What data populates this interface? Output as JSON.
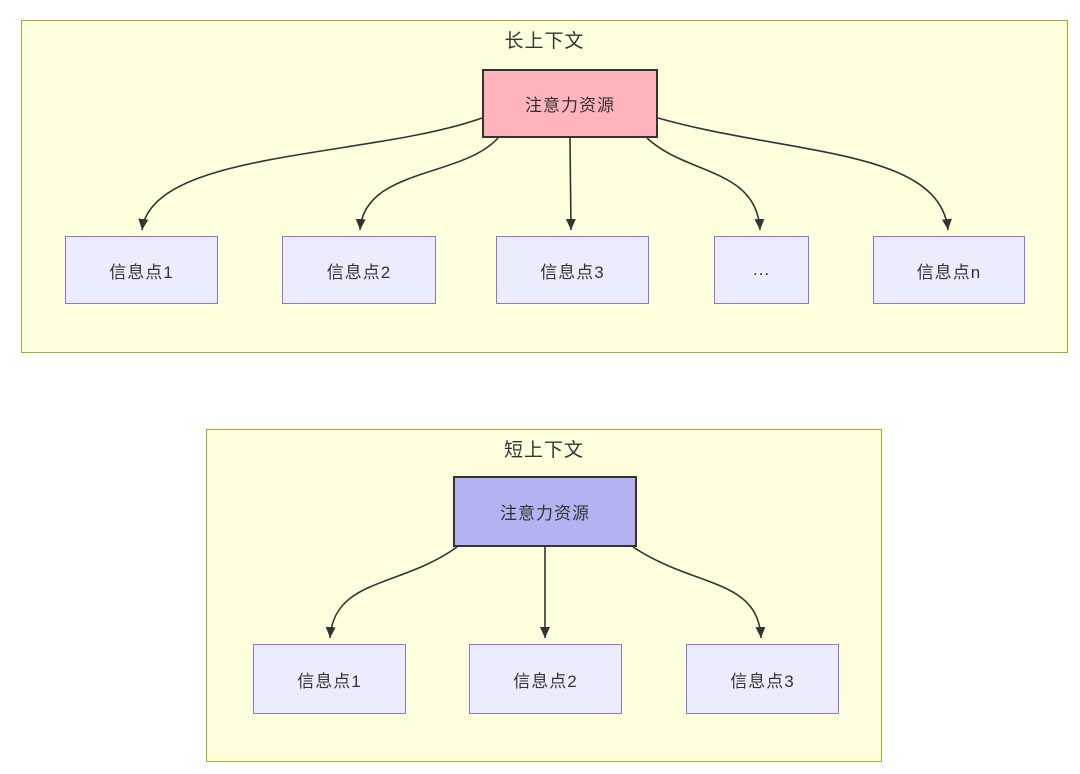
{
  "colors": {
    "page_bg": "#ffffff",
    "container_fill": "#ffffde",
    "container_border": "#aaaa33",
    "node_fill": "#ececff",
    "node_border": "#9370db",
    "attention_border": "#333333",
    "attention_long_fill": "#ffb3ba",
    "attention_short_fill": "#b3b3f2",
    "arrow_color": "#333333",
    "text_color": "#333333"
  },
  "long_context": {
    "title": "长上下文",
    "attention": "注意力资源",
    "nodes": [
      "信息点1",
      "信息点2",
      "信息点3",
      "...",
      "信息点n"
    ]
  },
  "short_context": {
    "title": "短上下文",
    "attention": "注意力资源",
    "nodes": [
      "信息点1",
      "信息点2",
      "信息点3"
    ]
  }
}
